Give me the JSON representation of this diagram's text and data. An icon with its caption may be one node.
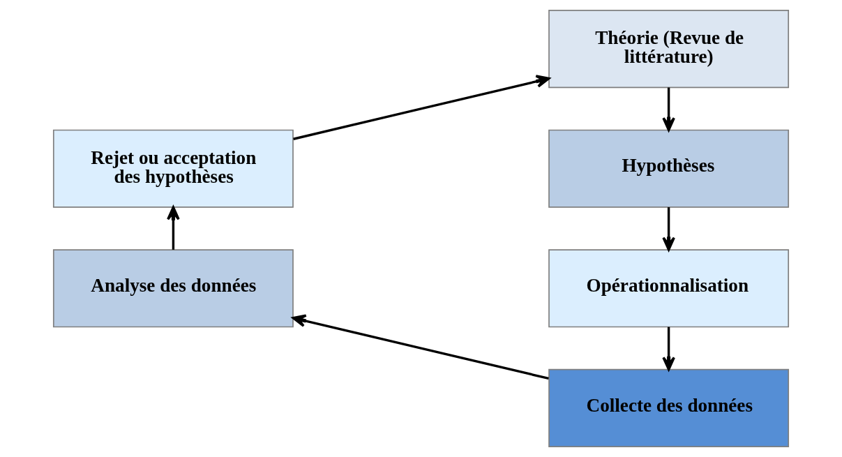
{
  "diagram": {
    "nodes": [
      {
        "text": [
          "Théorie (Revue de littérature)"
        ]
      },
      {
        "text": [
          "Hypothèses"
        ]
      },
      {
        "text": [
          "Opérationnalisation"
        ]
      },
      {
        "text": [
          "Collecte des données"
        ]
      },
      {
        "text": [
          "Analyse des données"
        ]
      },
      {
        "text": [
          "Rejet ou acceptation des hypothèses"
        ]
      }
    ],
    "edges": [
      {
        "from": 0,
        "to": 1,
        "arrow": "to"
      },
      {
        "from": 1,
        "to": 2,
        "arrow": "to"
      },
      {
        "from": 2,
        "to": 3,
        "arrow": "to"
      },
      {
        "from": 3,
        "to": 4,
        "arrow": "to"
      },
      {
        "from": 4,
        "to": 5,
        "arrow": "to"
      },
      {
        "from": 5,
        "to": 0,
        "arrow": "to"
      }
    ]
  }
}
